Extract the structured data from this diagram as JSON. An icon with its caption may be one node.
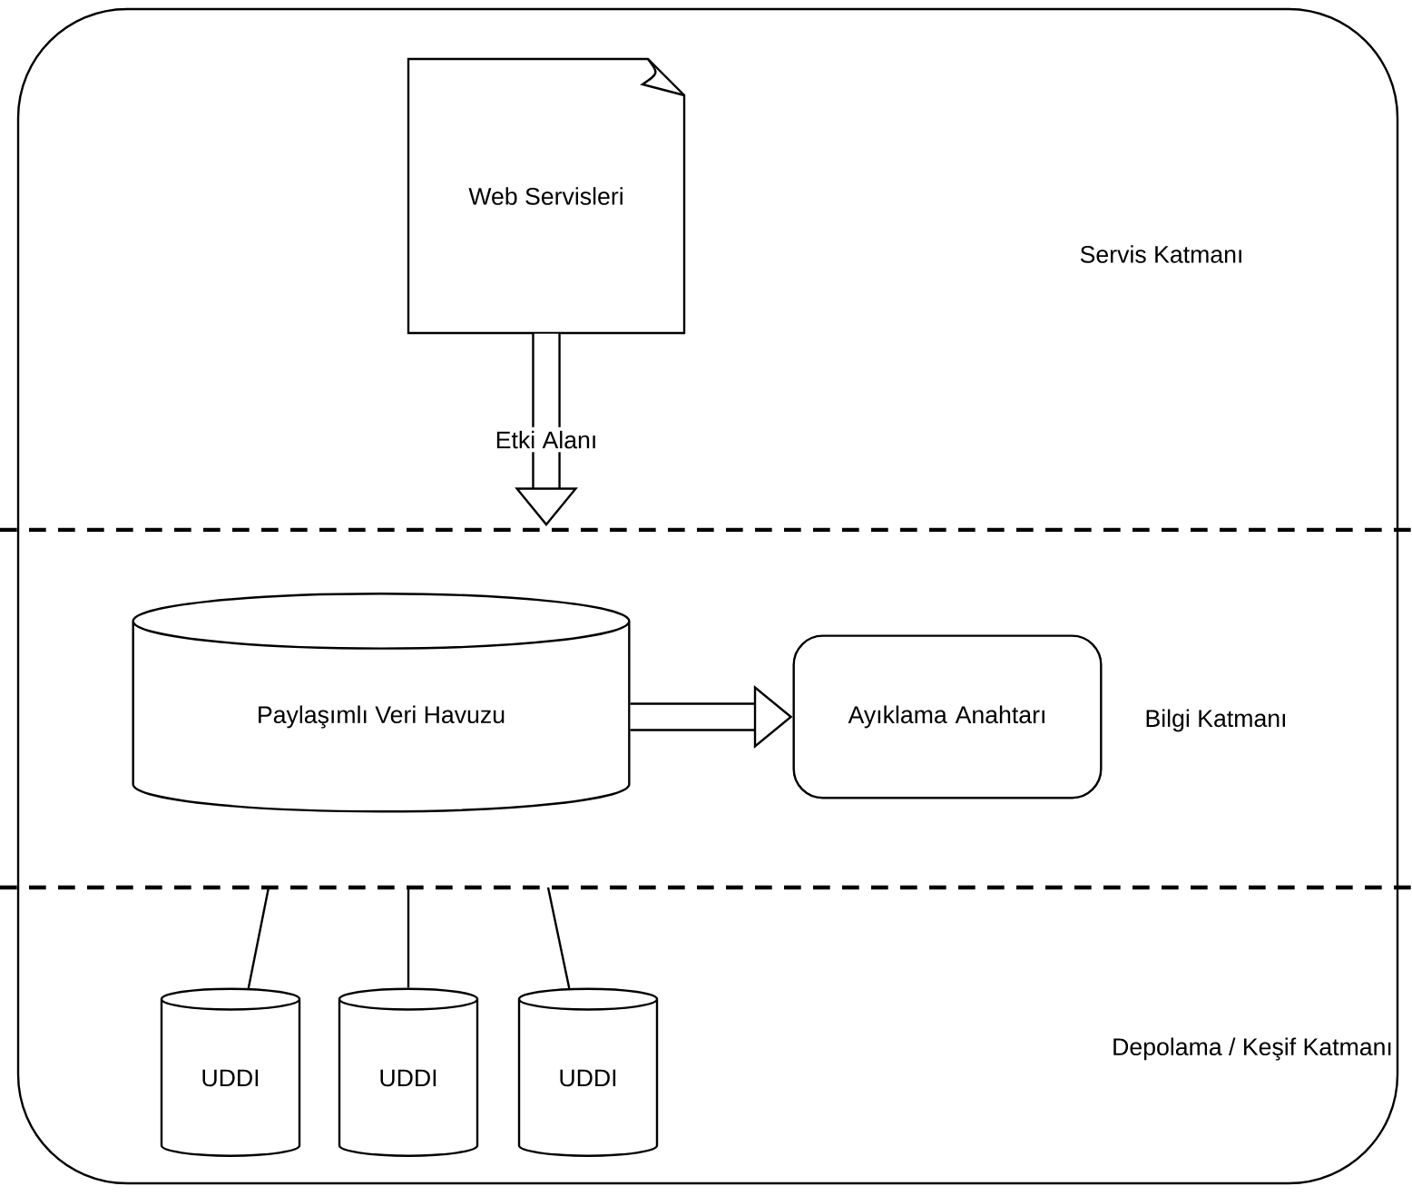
{
  "diagram": {
    "nodes": [
      {
        "text": [
          "Web Servisleri"
        ]
      },
      {
        "text": [
          "Paylaşımlı Veri Havuzu"
        ]
      },
      {
        "text": [
          "Ayıklama Anahtarı"
        ]
      },
      {
        "text": [
          "UDDI"
        ]
      },
      {
        "text": [
          "UDDI"
        ]
      },
      {
        "text": [
          "UDDI"
        ]
      }
    ],
    "edges": [
      {
        "from": 0,
        "to": null,
        "arrow": "to",
        "label": "Etki Alanı",
        "style": "thick"
      },
      {
        "from": 1,
        "to": 2,
        "arrow": "to",
        "style": "thick"
      },
      {
        "from": null,
        "to": 3,
        "arrow": "none"
      },
      {
        "from": null,
        "to": 4,
        "arrow": "none"
      },
      {
        "from": null,
        "to": 5,
        "arrow": "none"
      }
    ],
    "labels": [
      "Servis Katmanı",
      "Bilgi Katmanı",
      "Depolama / Keşif Katmanı"
    ]
  }
}
